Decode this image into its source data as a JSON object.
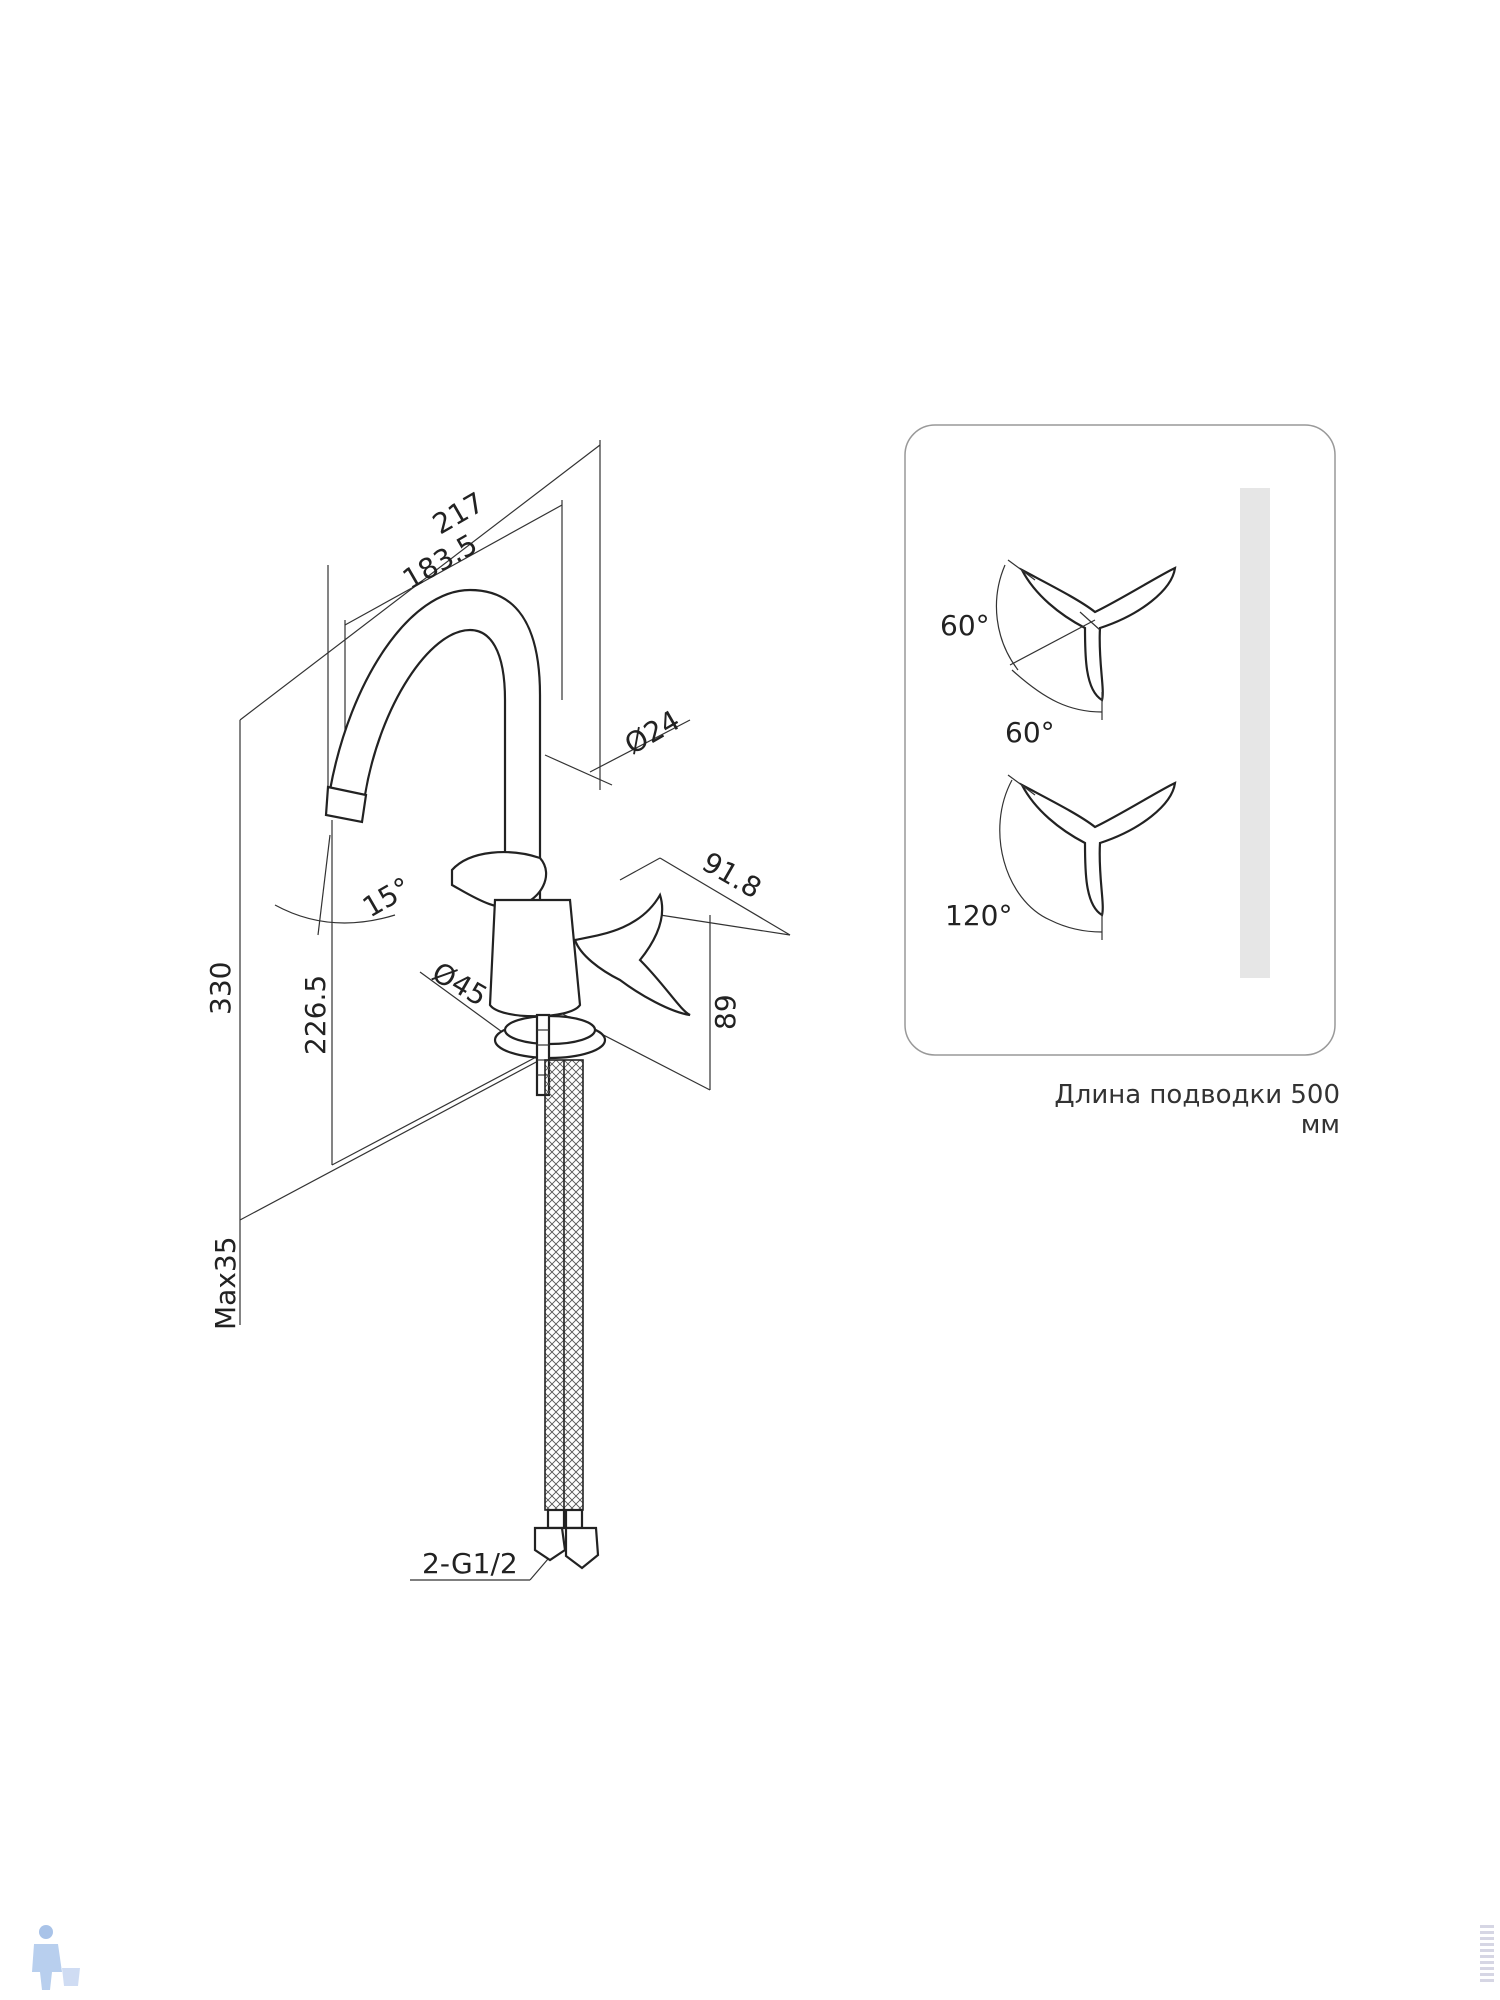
{
  "dimensions": {
    "width_total": "217",
    "width_spout": "183.5",
    "spout_diameter": "Ø24",
    "handle_span": "91.8",
    "height_total": "330",
    "spout_height": "226.5",
    "body_height": "89",
    "base_diameter": "Ø45",
    "angle_spout": "15°",
    "max_thickness": "Max35",
    "thread": "2-G1/2"
  },
  "inset": {
    "angle_top_a": "60°",
    "angle_top_b": "60°",
    "angle_bottom": "120°"
  },
  "note": "Длина подводки 500 мм"
}
